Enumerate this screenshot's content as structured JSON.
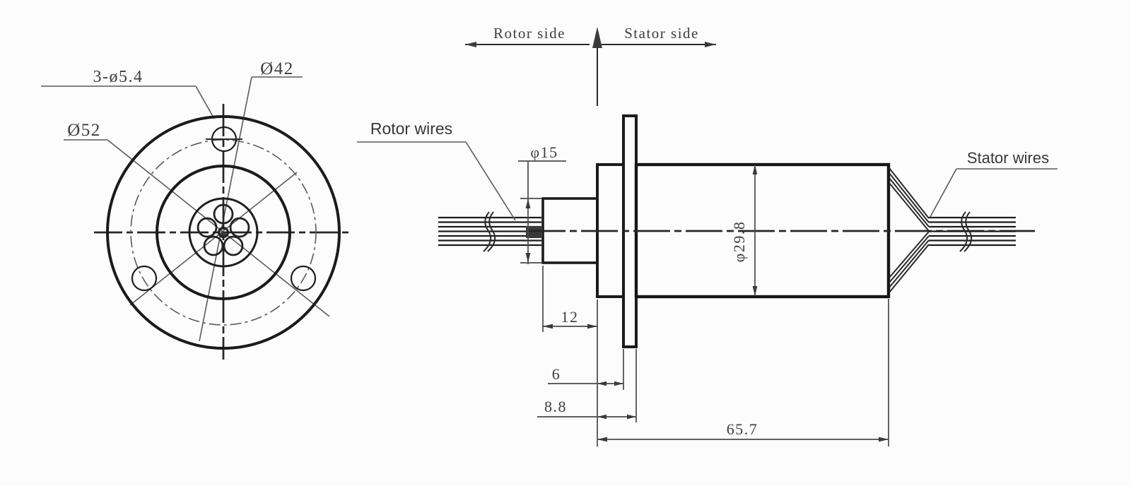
{
  "front_view": {
    "bolt_holes_label": "3-ø5.4",
    "bolt_circle_label": "Ø42",
    "outer_dia_label": "Ø52"
  },
  "side_view": {
    "rotor_side_label": "Rotor side",
    "stator_side_label": "Stator side",
    "rotor_wires_label": "Rotor wires",
    "stator_wires_label": "Stator wires",
    "dim_shaft_dia": "φ15",
    "dim_body_dia": "φ29.8",
    "dim_shaft_length": "12",
    "dim_step_length": "6",
    "dim_step_flange_length": "8.8",
    "dim_body_length": "65.7"
  },
  "colors": {
    "outline": "#1b1b1b",
    "thin_line": "#5a5a5a",
    "dimension": "#4a4a4a",
    "text": "#3d3d3d",
    "background": "#fcfcfc"
  }
}
